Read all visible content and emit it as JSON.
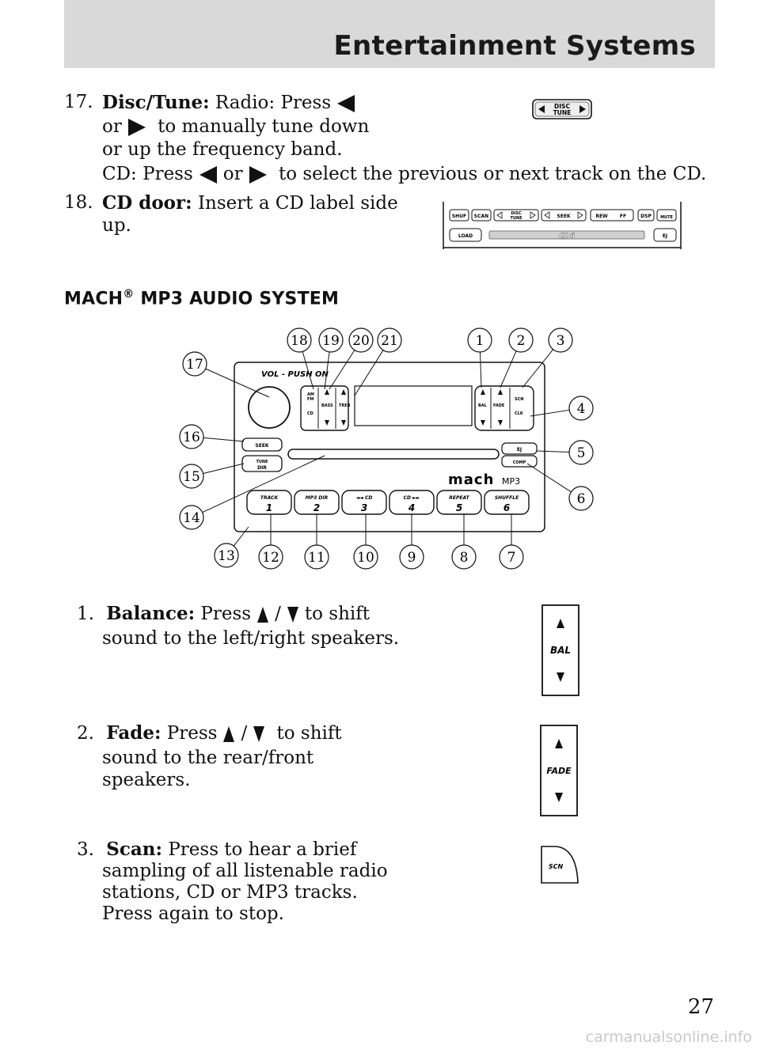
{
  "header": {
    "title": "Entertainment Systems"
  },
  "items": {
    "i17": {
      "number": "17.",
      "label": "Disc/Tune:",
      "line1": "Radio: Press",
      "line2a": "or",
      "line2b": "to manually tune down",
      "line3": "or up the frequency band.",
      "line4a": "CD: Press",
      "line4b": "or",
      "line4c": "to select the previous or next track on the CD."
    },
    "i18": {
      "number": "18.",
      "label": "CD door:",
      "line1": "Insert a CD label side",
      "line2": "up."
    },
    "i1": {
      "number": "1.",
      "label": "Balance:",
      "press": "Press",
      "slash": "/",
      "after": "to shift",
      "line2": "sound to the left/right speakers."
    },
    "i2": {
      "number": "2.",
      "label": "Fade:",
      "press": "Press",
      "slash": "/",
      "after": "to shift",
      "line2": "sound to the rear/front",
      "line3": "speakers."
    },
    "i3": {
      "number": "3.",
      "label": "Scan:",
      "line1": "Press to hear a brief",
      "line2": "sampling of all listenable radio",
      "line3": "stations, CD or MP3 tracks.",
      "line4": "Press again to stop."
    }
  },
  "section": {
    "title": "MACH",
    "reg": "®",
    "title_rest": " MP3 AUDIO SYSTEM"
  },
  "disc_tune_button": {
    "line1": "DISC",
    "line2": "TUNE"
  },
  "faceplate_strip": {
    "shuf": "SHUF",
    "scan": "SCAN",
    "disc": "DISC",
    "tune": "TUNE",
    "seek": "SEEK",
    "rew": "REW",
    "ff": "FF",
    "dsp": "DSP",
    "mute": "MUTE",
    "load": "LOAD",
    "cd6": "CD6",
    "ej": "EJ"
  },
  "radio": {
    "vol": "VOL - PUSH ON",
    "am": "AM",
    "fm": "FM",
    "cd": "CD",
    "bass": "BASS",
    "treb": "TREB",
    "bal": "BAL",
    "fade": "FADE",
    "scn": "SCN",
    "clk": "CLK",
    "seek": "SEEK",
    "tune": "TUNE",
    "dir": "DIR",
    "ej": "EJ",
    "comp": "COMP",
    "brand": "mach",
    "brand_mp3": "MP3",
    "presets": [
      {
        "label": "TRACK",
        "num": "1"
      },
      {
        "label": "MP3 DIR",
        "num": "2"
      },
      {
        "label": "◄◄ CD",
        "num": "3"
      },
      {
        "label": "CD ►►",
        "num": "4"
      },
      {
        "label": "REPEAT",
        "num": "5"
      },
      {
        "label": "SHUFFLE",
        "num": "6"
      }
    ],
    "callouts": [
      "1",
      "2",
      "3",
      "4",
      "5",
      "6",
      "7",
      "8",
      "9",
      "10",
      "11",
      "12",
      "13",
      "14",
      "15",
      "16",
      "17",
      "18",
      "19",
      "20",
      "21"
    ]
  },
  "bal_button": {
    "label": "BAL"
  },
  "fade_button": {
    "label": "FADE"
  },
  "scn_button": {
    "label": "SCN"
  },
  "page_number": "27",
  "watermark": "carmanualsonline.info"
}
